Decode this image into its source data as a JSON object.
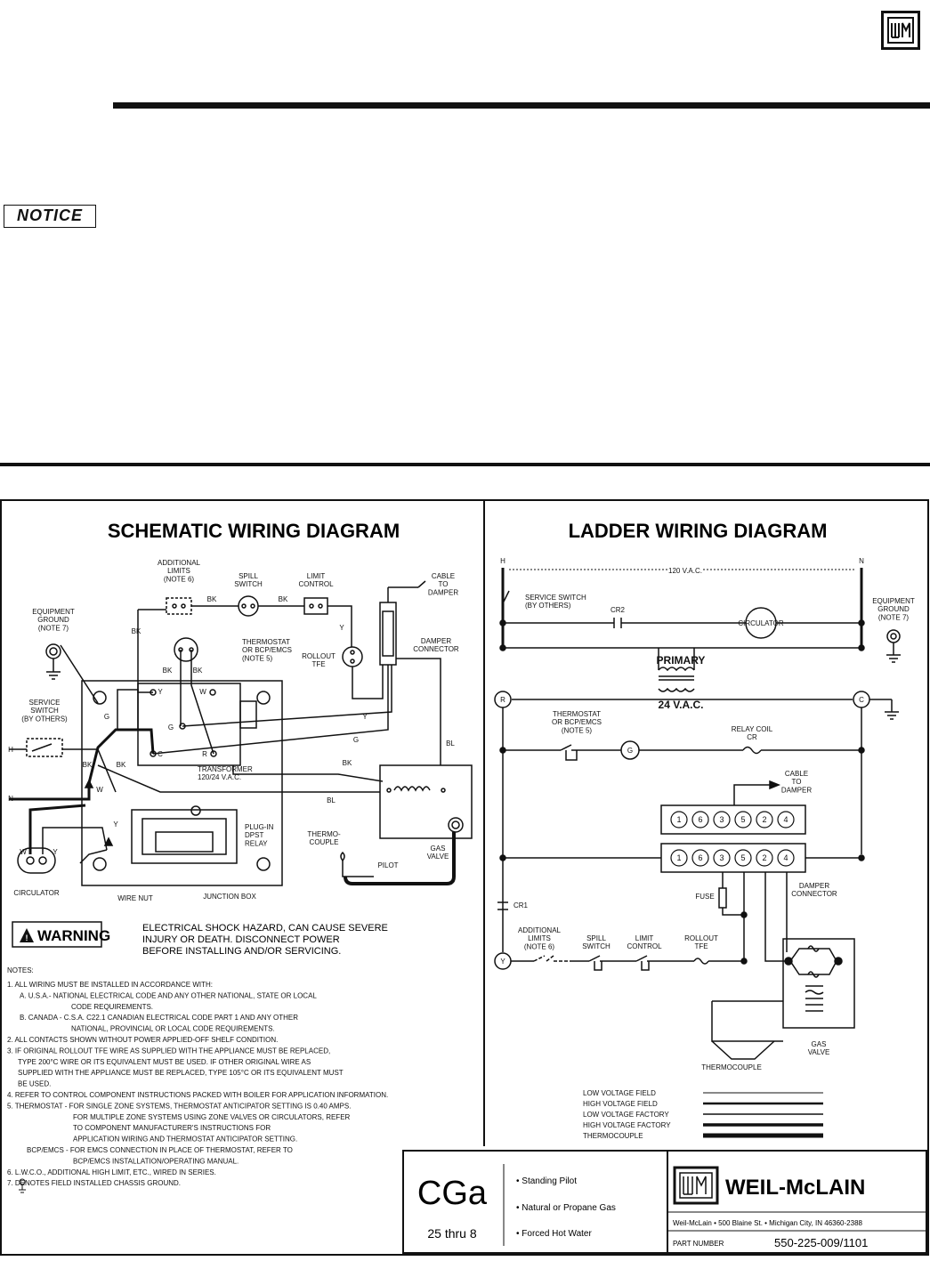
{
  "header": {
    "logo_text": "W·M",
    "notice_label": "NOTICE"
  },
  "schematic": {
    "title": "SCHEMATIC WIRING DIAGRAM",
    "labels": {
      "additional_limits": [
        "ADDITIONAL",
        "LIMITS",
        "(NOTE 6)"
      ],
      "spill_switch": [
        "SPILL",
        "SWITCH"
      ],
      "limit_control": [
        "LIMIT",
        "CONTROL"
      ],
      "cable_to_damper": [
        "CABLE",
        "TO",
        "DAMPER"
      ],
      "equipment_ground": [
        "EQUIPMENT",
        "GROUND",
        "(NOTE 7)"
      ],
      "thermostat": [
        "THERMOSTAT",
        "OR BCP/EMCS",
        "(NOTE 5)"
      ],
      "rollout_tfe": [
        "ROLLOUT",
        "TFE"
      ],
      "damper_connector": [
        "DAMPER",
        "CONNECTOR"
      ],
      "service_switch": [
        "SERVICE",
        "SWITCH",
        "(BY OTHERS)"
      ],
      "transformer": [
        "TRANSFORMER",
        "120/24 V.A.C."
      ],
      "plug_in_relay": [
        "PLUG-IN",
        "DPST",
        "RELAY"
      ],
      "thermocouple": [
        "THERMO-",
        "COUPLE"
      ],
      "pilot": "PILOT",
      "gas_valve": [
        "GAS",
        "VALVE"
      ],
      "circulator": "CIRCULATOR",
      "wire_nut": "WIRE NUT",
      "junction_box": "JUNCTION BOX",
      "wire_bk": "BK",
      "wire_y": "Y",
      "wire_g": "G",
      "wire_bl": "BL",
      "wire_w": "W",
      "term_y": "Y",
      "term_w": "W",
      "term_g": "G",
      "term_c": "C",
      "term_r": "R",
      "line_h": "H",
      "line_n": "N"
    }
  },
  "ladder": {
    "title": "LADDER WIRING DIAGRAM",
    "labels": {
      "h": "H",
      "n": "N",
      "vac120": "120 V.A.C.",
      "service_switch": [
        "SERVICE SWITCH",
        "(BY OTHERS)"
      ],
      "equipment_ground": [
        "EQUIPMENT",
        "GROUND",
        "(NOTE 7)"
      ],
      "cr2": "CR2",
      "circulator": "CIRCULATOR",
      "primary": "PRIMARY",
      "vac24": "24 V.A.C.",
      "r": "R",
      "c": "C",
      "g": "G",
      "y": "Y",
      "thermostat": [
        "THERMOSTAT",
        "OR BCP/EMCS",
        "(NOTE 5)"
      ],
      "relay_coil": [
        "RELAY COIL",
        "CR"
      ],
      "cable_to_damper": [
        "CABLE",
        "TO",
        "DAMPER"
      ],
      "pins": [
        "1",
        "6",
        "3",
        "5",
        "2",
        "4"
      ],
      "cr1": "CR1",
      "fuse": "FUSE",
      "damper_connector": [
        "DAMPER",
        "CONNECTOR"
      ],
      "additional_limits": [
        "ADDITIONAL",
        "LIMITS",
        "(NOTE 6)"
      ],
      "spill_switch": [
        "SPILL",
        "SWITCH"
      ],
      "limit_control": [
        "LIMIT",
        "CONTROL"
      ],
      "rollout_tfe": [
        "ROLLOUT",
        "TFE"
      ],
      "thermocouple": "THERMOCOUPLE",
      "gas_valve": [
        "GAS",
        "VALVE"
      ]
    }
  },
  "warning": {
    "label": "WARNING",
    "lines": [
      "ELECTRICAL SHOCK HAZARD, CAN CAUSE SEVERE",
      "INJURY OR DEATH. DISCONNECT POWER",
      "BEFORE INSTALLING AND/OR SERVICING."
    ]
  },
  "notes": {
    "heading": "NOTES:",
    "lines": [
      "1.  ALL WIRING MUST BE INSTALLED IN ACCORDANCE WITH:",
      "A.  U.S.A.- NATIONAL ELECTRICAL CODE AND ANY OTHER NATIONAL, STATE OR LOCAL",
      "CODE REQUIREMENTS.",
      "B.  CANADA - C.S.A. C22.1 CANADIAN ELECTRICAL CODE PART 1 AND ANY OTHER",
      "NATIONAL, PROVINCIAL OR LOCAL CODE REQUIREMENTS.",
      "2.  ALL CONTACTS SHOWN WITHOUT POWER APPLIED-OFF SHELF CONDITION.",
      "3.  IF ORIGINAL ROLLOUT TFE WIRE AS SUPPLIED WITH THE APPLIANCE MUST BE REPLACED,",
      "TYPE 200°C WIRE OR ITS EQUIVALENT MUST BE USED. IF OTHER ORIGINAL WIRE AS",
      "SUPPLIED WITH THE APPLIANCE MUST BE REPLACED, TYPE 105°C OR ITS EQUIVALENT MUST",
      "BE USED.",
      "4.  REFER TO CONTROL COMPONENT INSTRUCTIONS PACKED WITH BOILER FOR APPLICATION INFORMATION.",
      "5.  THERMOSTAT - FOR SINGLE ZONE SYSTEMS, THERMOSTAT ANTICIPATOR SETTING IS 0.40 AMPS.",
      "FOR MULTIPLE ZONE SYSTEMS USING ZONE VALVES OR CIRCULATORS, REFER",
      "TO COMPONENT MANUFACTURER'S INSTRUCTIONS FOR",
      "APPLICATION WIRING AND THERMOSTAT ANTICIPATOR SETTING.",
      "BCP/EMCS - FOR EMCS CONNECTION IN PLACE OF THERMOSTAT, REFER TO",
      "BCP/EMCS INSTALLATION/OPERATING MANUAL.",
      "6.  L.W.C.O., ADDITIONAL HIGH LIMIT, ETC., WIRED IN SERIES.",
      "7.     DENOTES FIELD INSTALLED CHASSIS GROUND."
    ]
  },
  "legend": [
    "LOW VOLTAGE FIELD",
    "HIGH VOLTAGE FIELD",
    "LOW VOLTAGE FACTORY",
    "HIGH VOLTAGE FACTORY",
    "THERMOCOUPLE"
  ],
  "title_block": {
    "model": "CGa",
    "range": "25 thru 8",
    "features": [
      "• Standing Pilot",
      "• Natural or Propane Gas",
      "• Forced Hot Water"
    ],
    "brand": "WEIL-McLAIN",
    "address": "Weil-McLain •  500 Blaine St.   •  Michigan City, IN 46360-2388",
    "part_label": "PART NUMBER",
    "part_number": "550-225-009/1101"
  }
}
